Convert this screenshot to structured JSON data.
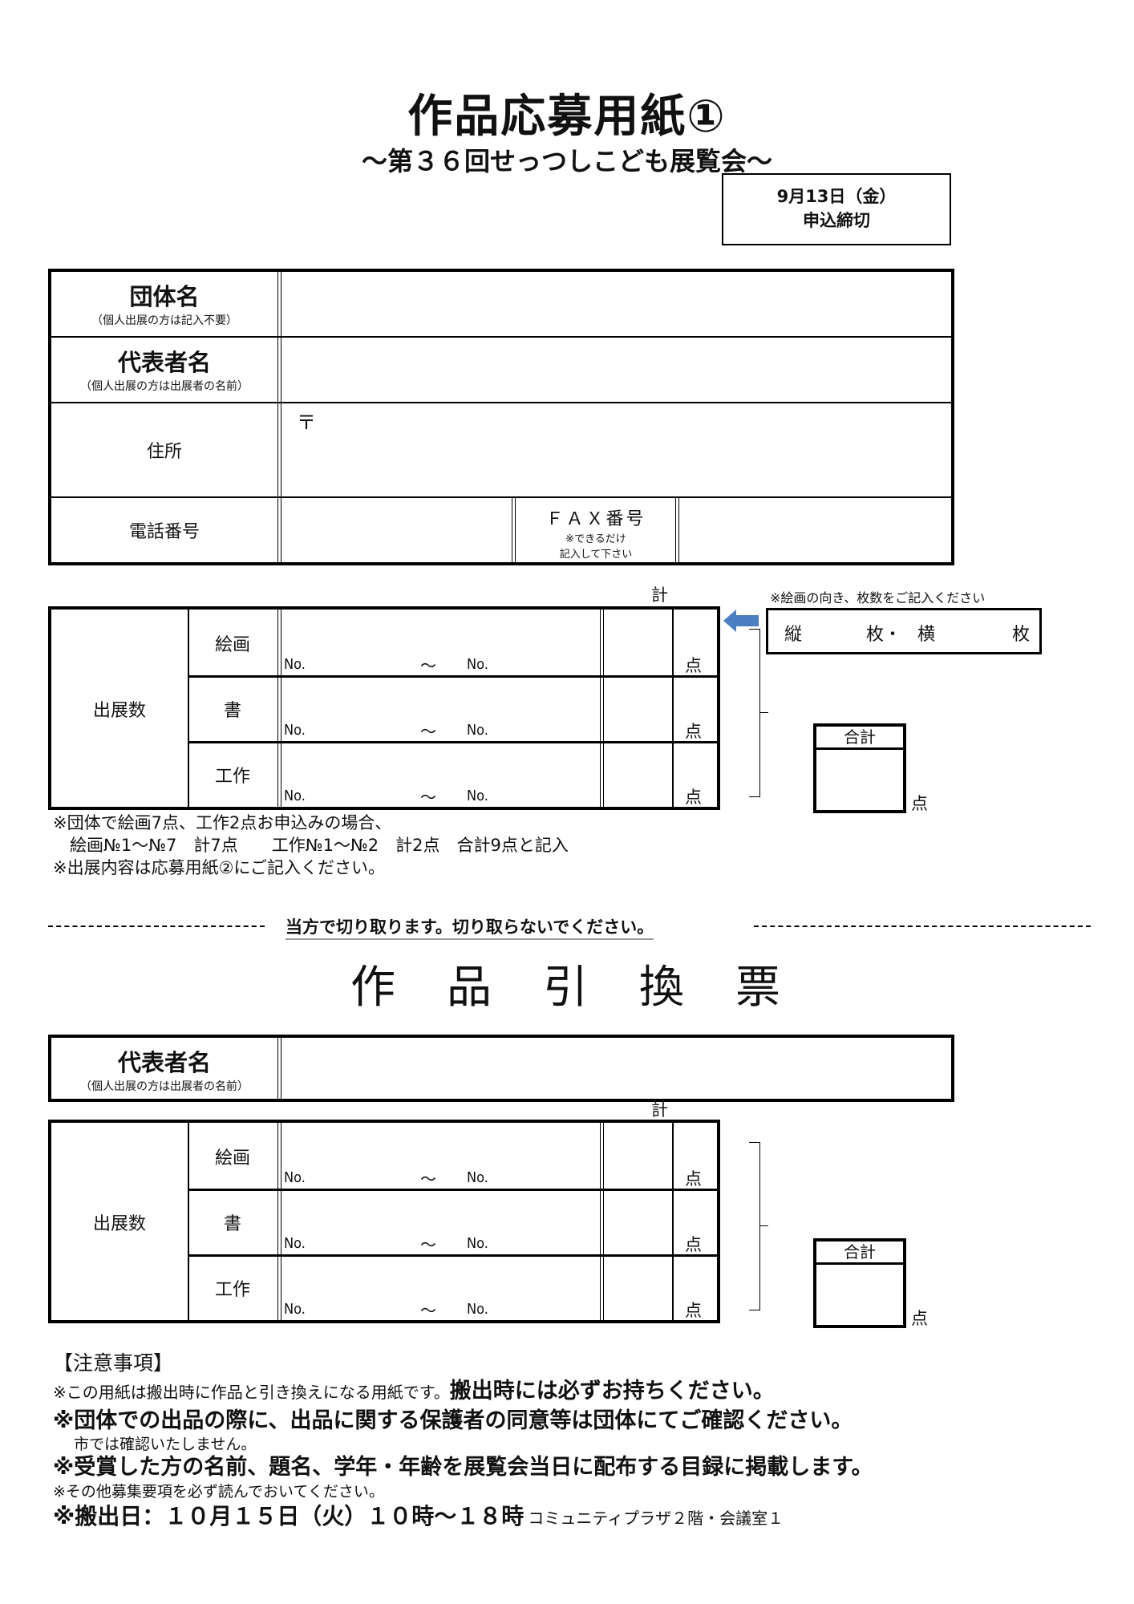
{
  "title": "作品応募用紙①",
  "subtitle": "～第３６回せっつしこども展覧会～",
  "deadline": {
    "date": "9月13日（金）",
    "label": "申込締切"
  },
  "form1": {
    "group_name": {
      "label": "団体名",
      "note": "（個人出展の方は記入不要）"
    },
    "representative": {
      "label": "代表者名",
      "note": "（個人出展の方は出展者の名前）"
    },
    "address": {
      "label": "住所",
      "postal_mark": "〒"
    },
    "phone": {
      "label": "電話番号"
    },
    "fax": {
      "label": "ＦＡＸ番号",
      "note1": "※できるだけ",
      "note2": "記入して下さい"
    }
  },
  "exhibit": {
    "kei": "計",
    "row_label": "出展数",
    "categories": [
      "絵画",
      "書",
      "工作"
    ],
    "no_label": "No.",
    "tilde": "～",
    "ten": "点",
    "orientation_note": "※絵画の向き、枚数をご記入ください",
    "orientation": {
      "tate": "縦",
      "mai1": "枚・",
      "yoko": "横",
      "mai2": "枚"
    },
    "total_label": "合計",
    "total_ten": "点"
  },
  "example_notes": [
    "※団体で絵画7点、工作2点お申込みの場合、",
    "　絵画№1～№7　計7点　　工作№1～№2　計2点　合計9点と記入",
    "※出展内容は応募用紙②にご記入ください。"
  ],
  "cut_notice": "当方で切り取ります。切り取らないでください。",
  "ticket_title": "作　品　引　換　票",
  "ticket": {
    "representative": {
      "label": "代表者名",
      "note": "（個人出展の方は出展者の名前）"
    }
  },
  "caution": {
    "heading": "【注意事項】",
    "line1_small": "※この用紙は搬出時に作品と引き換えになる用紙です。",
    "line1_big": "搬出時には必ずお持ちください。",
    "line2": "※団体での出品の際に、出品に関する保護者の同意等は団体にてご確認ください。",
    "line2_sub": "市では確認いたしません。",
    "line3": "※受賞した方の名前、題名、学年・年齢を展覧会当日に配布する目録に掲載します。",
    "line4": "※その他募集要項を必ず読んでおいてください。",
    "line5_big": "※搬出日：１０月１５日（火）１０時～１８時",
    "line5_small": "コミュニティプラザ２階・会議室１"
  },
  "colors": {
    "arrow": "#4a7fc1"
  }
}
